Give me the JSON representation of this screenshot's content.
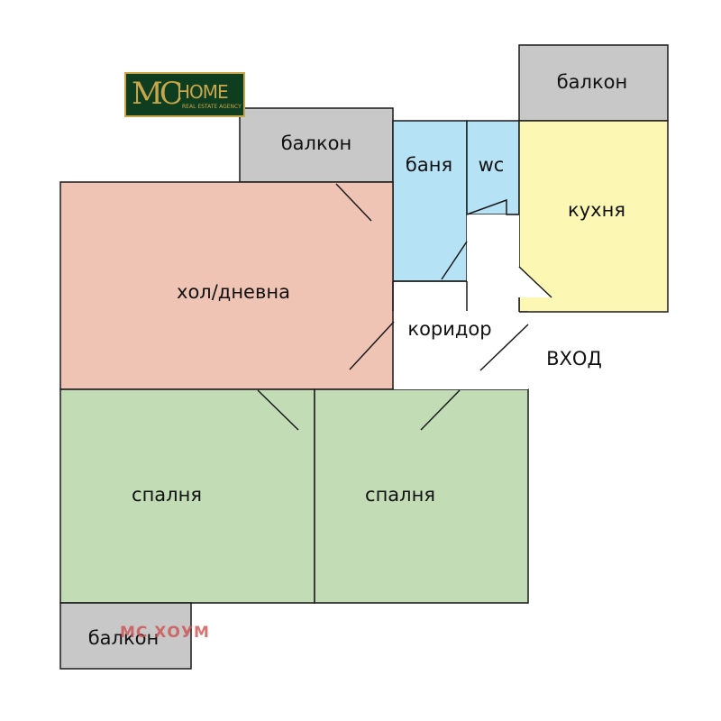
{
  "logo": {
    "mc": "MC",
    "home": "HOME",
    "tagline": "REAL ESTATE AGENCY"
  },
  "watermark": "МС ХОУМ",
  "rooms": {
    "balcony_top_right": "балкон",
    "balcony_top_middle": "балкон",
    "bathroom": "баня",
    "wc": "wc",
    "kitchen": "кухня",
    "living_room": "хол/дневна",
    "corridor": "коридор",
    "entrance": "ВХОД",
    "bedroom_left": "спалня",
    "bedroom_right": "спалня",
    "balcony_bottom_left": "балкон"
  },
  "colors": {
    "balcony": "#c8c8c8",
    "bathroom": "#b6e2f6",
    "kitchen": "#fcf8b4",
    "living_room": "#f0c4b4",
    "bedroom": "#c2dcb6",
    "wall": "#1a1a1a"
  }
}
